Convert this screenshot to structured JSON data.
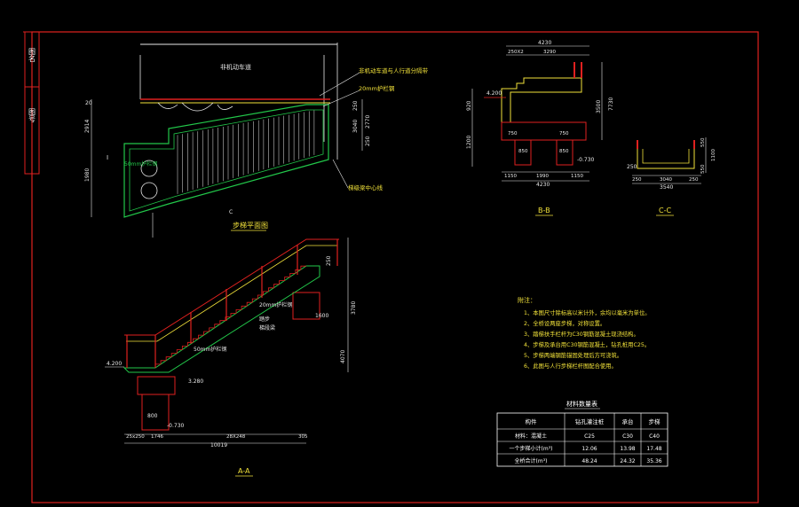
{
  "title_block": {
    "cells": [
      "图名",
      "图号"
    ]
  },
  "plan_view": {
    "title": "步梯平面图",
    "label_roadway": "非机动车道",
    "callout_separator": "非机动车道与人行道分隔带",
    "callout_pipe_20": "20mm护栏钢",
    "callout_stair_center": "梯级梁中心线",
    "callout_pipe_50": "50mm护栏钢",
    "section_c": "C",
    "section_i": "I",
    "dims_left": [
      "2914",
      "1980"
    ],
    "dim_top_small": "20",
    "dims_right": [
      "250",
      "3040",
      "2770",
      "250"
    ]
  },
  "section_aa": {
    "title": "A-A",
    "level_left": "4.200",
    "level_right": "3.280",
    "level_bottom": "-0.730",
    "dim_bottom_total": "10019",
    "dims_bottom_parts": [
      "25x250",
      "1746",
      "28X248",
      "305"
    ],
    "dims_right": [
      "4070",
      "3780",
      "1600",
      "250"
    ],
    "label_pipe_50": "50mm护栏钢",
    "label_pipe_20": "20mm护栏钢",
    "label_stair": "踏步",
    "label_beam": "梯段梁",
    "dim_pile": "800"
  },
  "section_bb": {
    "title": "B-B",
    "dim_top_total": "4230",
    "dims_top_parts": [
      "250X2",
      "3290"
    ],
    "level": "4.200",
    "dim_left_vert": [
      "920",
      "1200"
    ],
    "dims_pile": [
      "750",
      "750",
      "850",
      "850"
    ],
    "dims_bottom": [
      "1150",
      "1990",
      "1150"
    ],
    "dim_bottom_total": "4230",
    "level_bottom": "-0.730",
    "dims_right": [
      "3500",
      "7730"
    ]
  },
  "section_cc": {
    "title": "C-C",
    "dims_right": [
      "550",
      "1100",
      "550"
    ],
    "dims_bottom": [
      "250",
      "3040",
      "250"
    ],
    "dim_bottom_total": "3540",
    "dim_left": "250"
  },
  "notes": {
    "heading": "附注：",
    "items": [
      "1、本图尺寸除标高以米计外，余均以毫米为单位。",
      "2、全桥设两座步梯，对称设置。",
      "3、踏梯扶手栏杆为C30钢筋混凝土现浇结构。",
      "4、步梯及承台用C30钢筋混凝土，钻孔桩用C25。",
      "5、步梯两端钢筋锚固处理后方可浇筑。",
      "6、此图与人行步梯栏杆图配合使用。"
    ]
  },
  "material_table": {
    "title": "材料数量表",
    "headers": [
      "构件",
      "钻孔灌注桩",
      "承台",
      "步梯"
    ],
    "rows": [
      [
        "材料：混凝土",
        "C25",
        "C30",
        "C40"
      ],
      [
        "一个步梯小计(m³)",
        "12.06",
        "13.98",
        "17.48"
      ],
      [
        "全桥合计(m³)",
        "48.24",
        "24.32",
        "35.36"
      ]
    ]
  },
  "colors": {
    "background": "#000000",
    "frame_red": "#e0211f",
    "line_green": "#22c84a",
    "line_white": "#e8e8e8",
    "line_red": "#e0211f",
    "line_yellow": "#f2e23a",
    "line_cyan": "#4fd6e6",
    "line_magenta": "#d23ad2",
    "table_white": "#ffffff"
  }
}
